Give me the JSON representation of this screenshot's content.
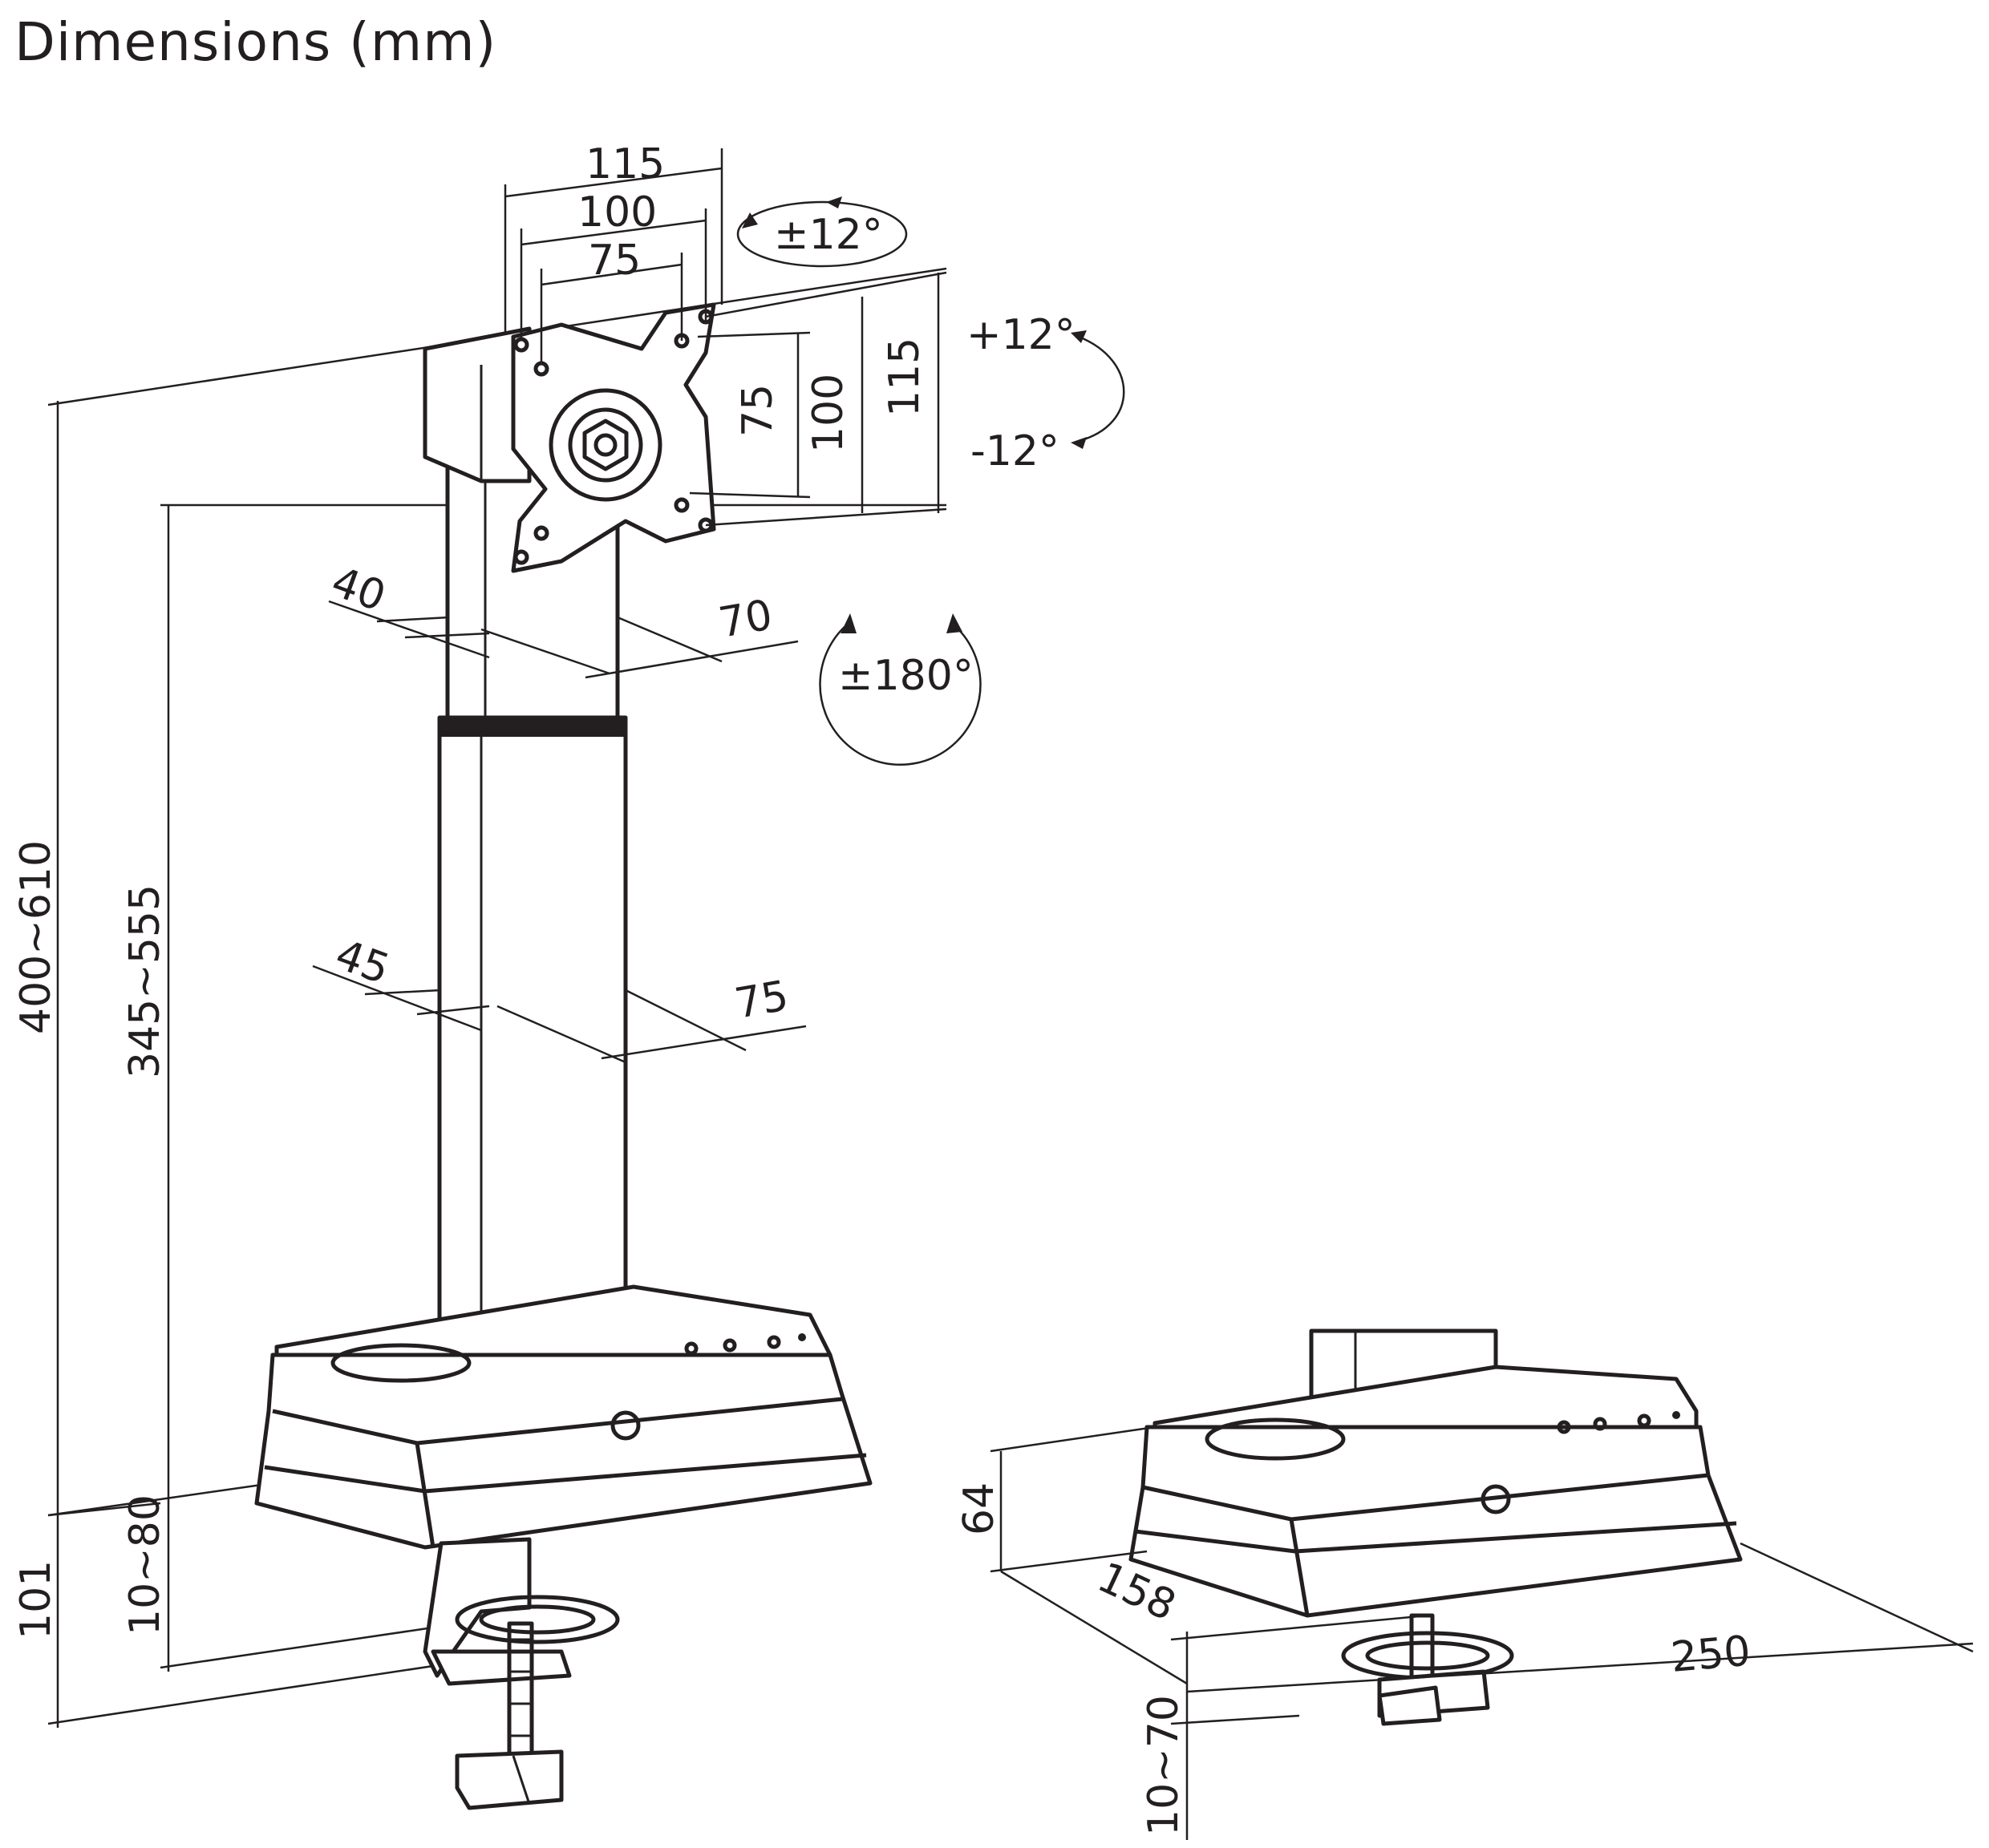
{
  "title": "Dimensions (mm)",
  "vesa": {
    "horizontal": [
      "115",
      "100",
      "75"
    ],
    "vertical": [
      "75",
      "100",
      "115"
    ]
  },
  "rotation": {
    "swivel": "±12°",
    "tilt_up": "+12°",
    "tilt_down": "-12°",
    "rotate": "±180°"
  },
  "pole": {
    "upper_depth": "40",
    "upper_width": "70",
    "lower_depth": "45",
    "lower_width": "75"
  },
  "heights": {
    "total": "400~610",
    "vesa_center": "345~555",
    "base": "101",
    "clamp_range_left": "10~80"
  },
  "base": {
    "height": "64",
    "depth": "158",
    "width": "250",
    "clamp_range_right": "10~70"
  }
}
